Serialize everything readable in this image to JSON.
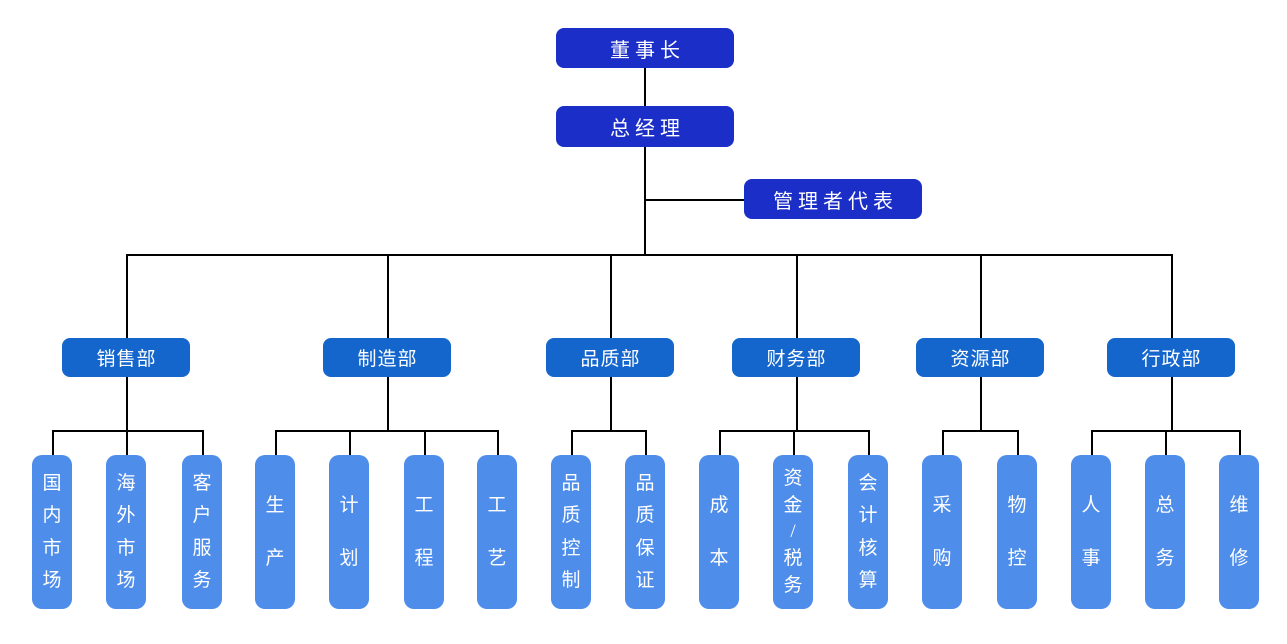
{
  "org": {
    "chairman": {
      "label": "董事长"
    },
    "general_manager": {
      "label": "总经理"
    },
    "management_rep": {
      "label": "管理者代表"
    },
    "departments": [
      {
        "label": "销售部",
        "units": [
          "国内市场",
          "海外市场",
          "客户服务"
        ]
      },
      {
        "label": "制造部",
        "units": [
          "生产",
          "计划",
          "工程",
          "工艺"
        ]
      },
      {
        "label": "品质部",
        "units": [
          "品质控制",
          "品质保证"
        ]
      },
      {
        "label": "财务部",
        "units": [
          "成本",
          "资金/税务",
          "会计核算"
        ]
      },
      {
        "label": "资源部",
        "units": [
          "采购",
          "物控"
        ]
      },
      {
        "label": "行政部",
        "units": [
          "人事",
          "总务",
          "维修"
        ]
      }
    ]
  },
  "colors": {
    "executive_box": "#1B2EC8",
    "department_box": "#1566CC",
    "unit_box": "#4E8DEA",
    "connector": "#000000",
    "box_text": "#FFFFFF",
    "background": "#FFFFFF"
  }
}
